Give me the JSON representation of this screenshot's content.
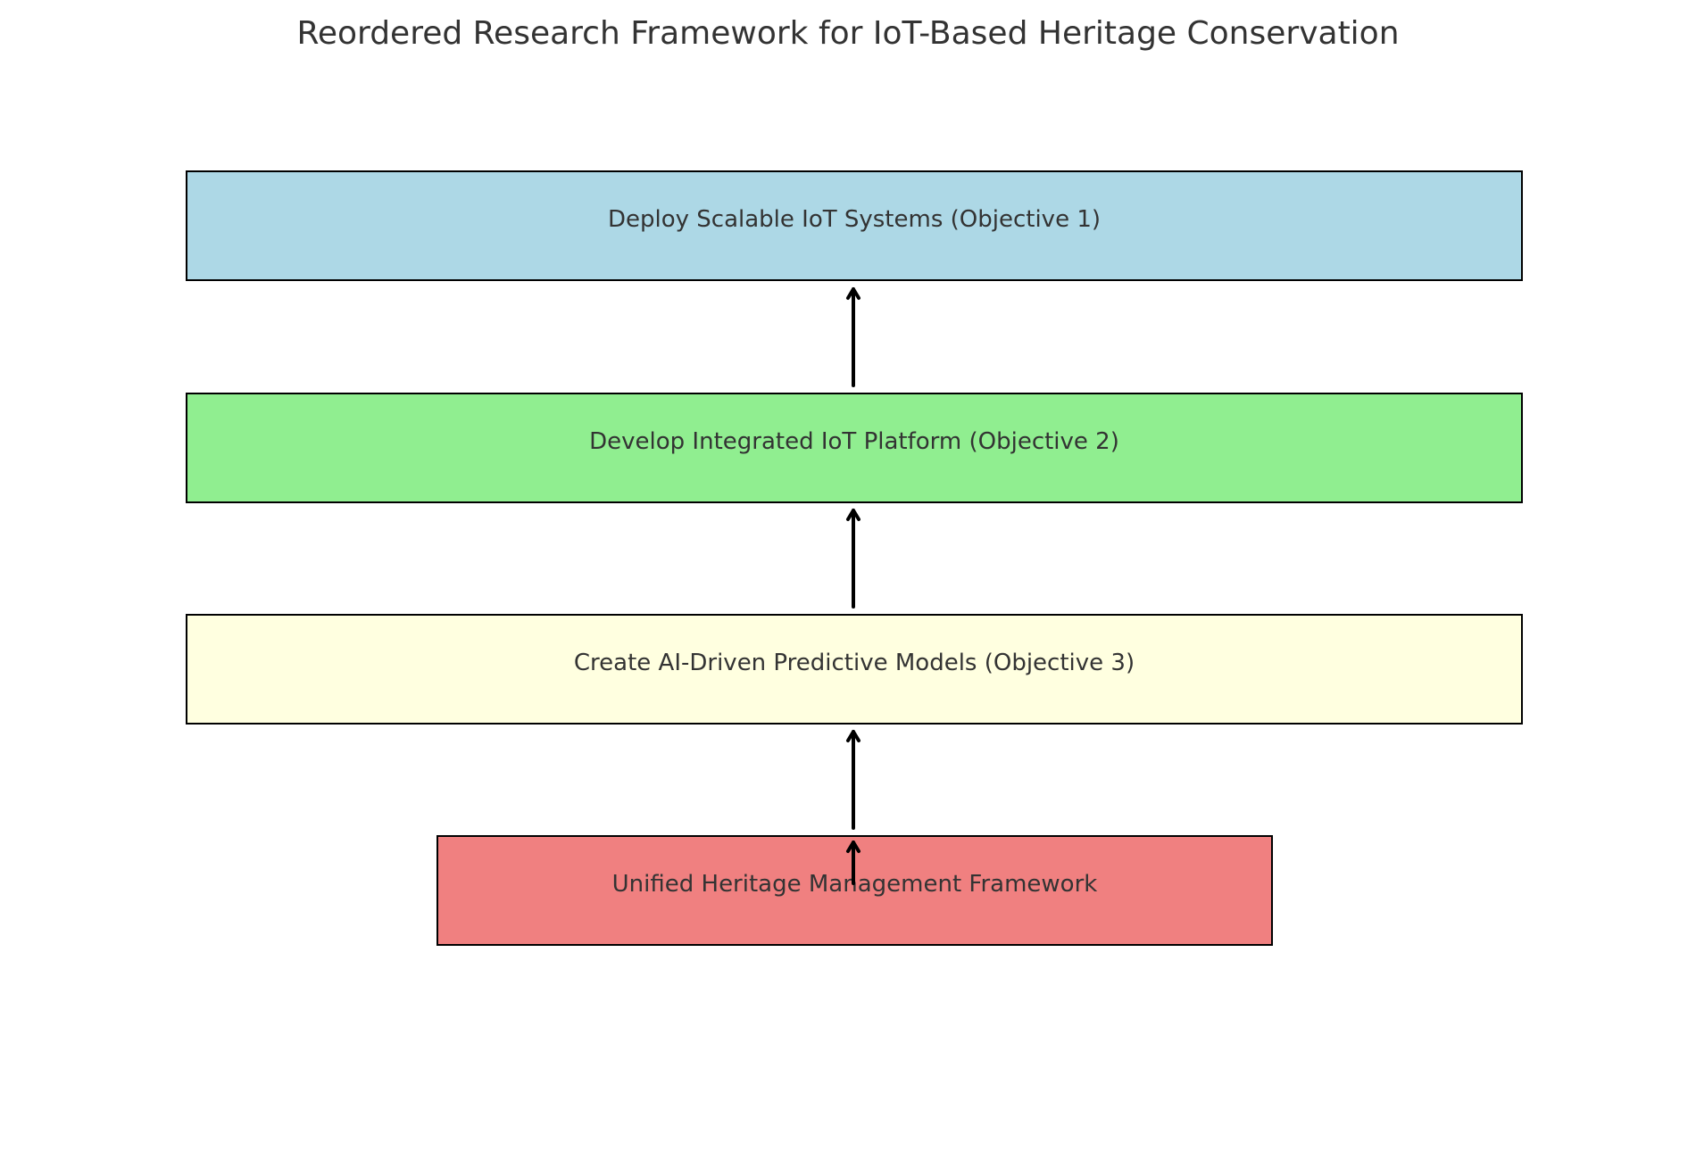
{
  "title": "Reordered Research Framework for IoT-Based Heritage Conservation",
  "boxes": [
    {
      "label": "Deploy Scalable IoT Systems (Objective 1)",
      "color": "#add8e6"
    },
    {
      "label": "Develop Integrated IoT Platform (Objective 2)",
      "color": "#90ee90"
    },
    {
      "label": "Create AI-Driven Predictive Models (Objective 3)",
      "color": "#ffffe0"
    },
    {
      "label": "Unified Heritage Management Framework",
      "color": "#f08080"
    }
  ],
  "colors": {
    "border": "#000000",
    "text": "#333333",
    "arrow": "#000000"
  }
}
